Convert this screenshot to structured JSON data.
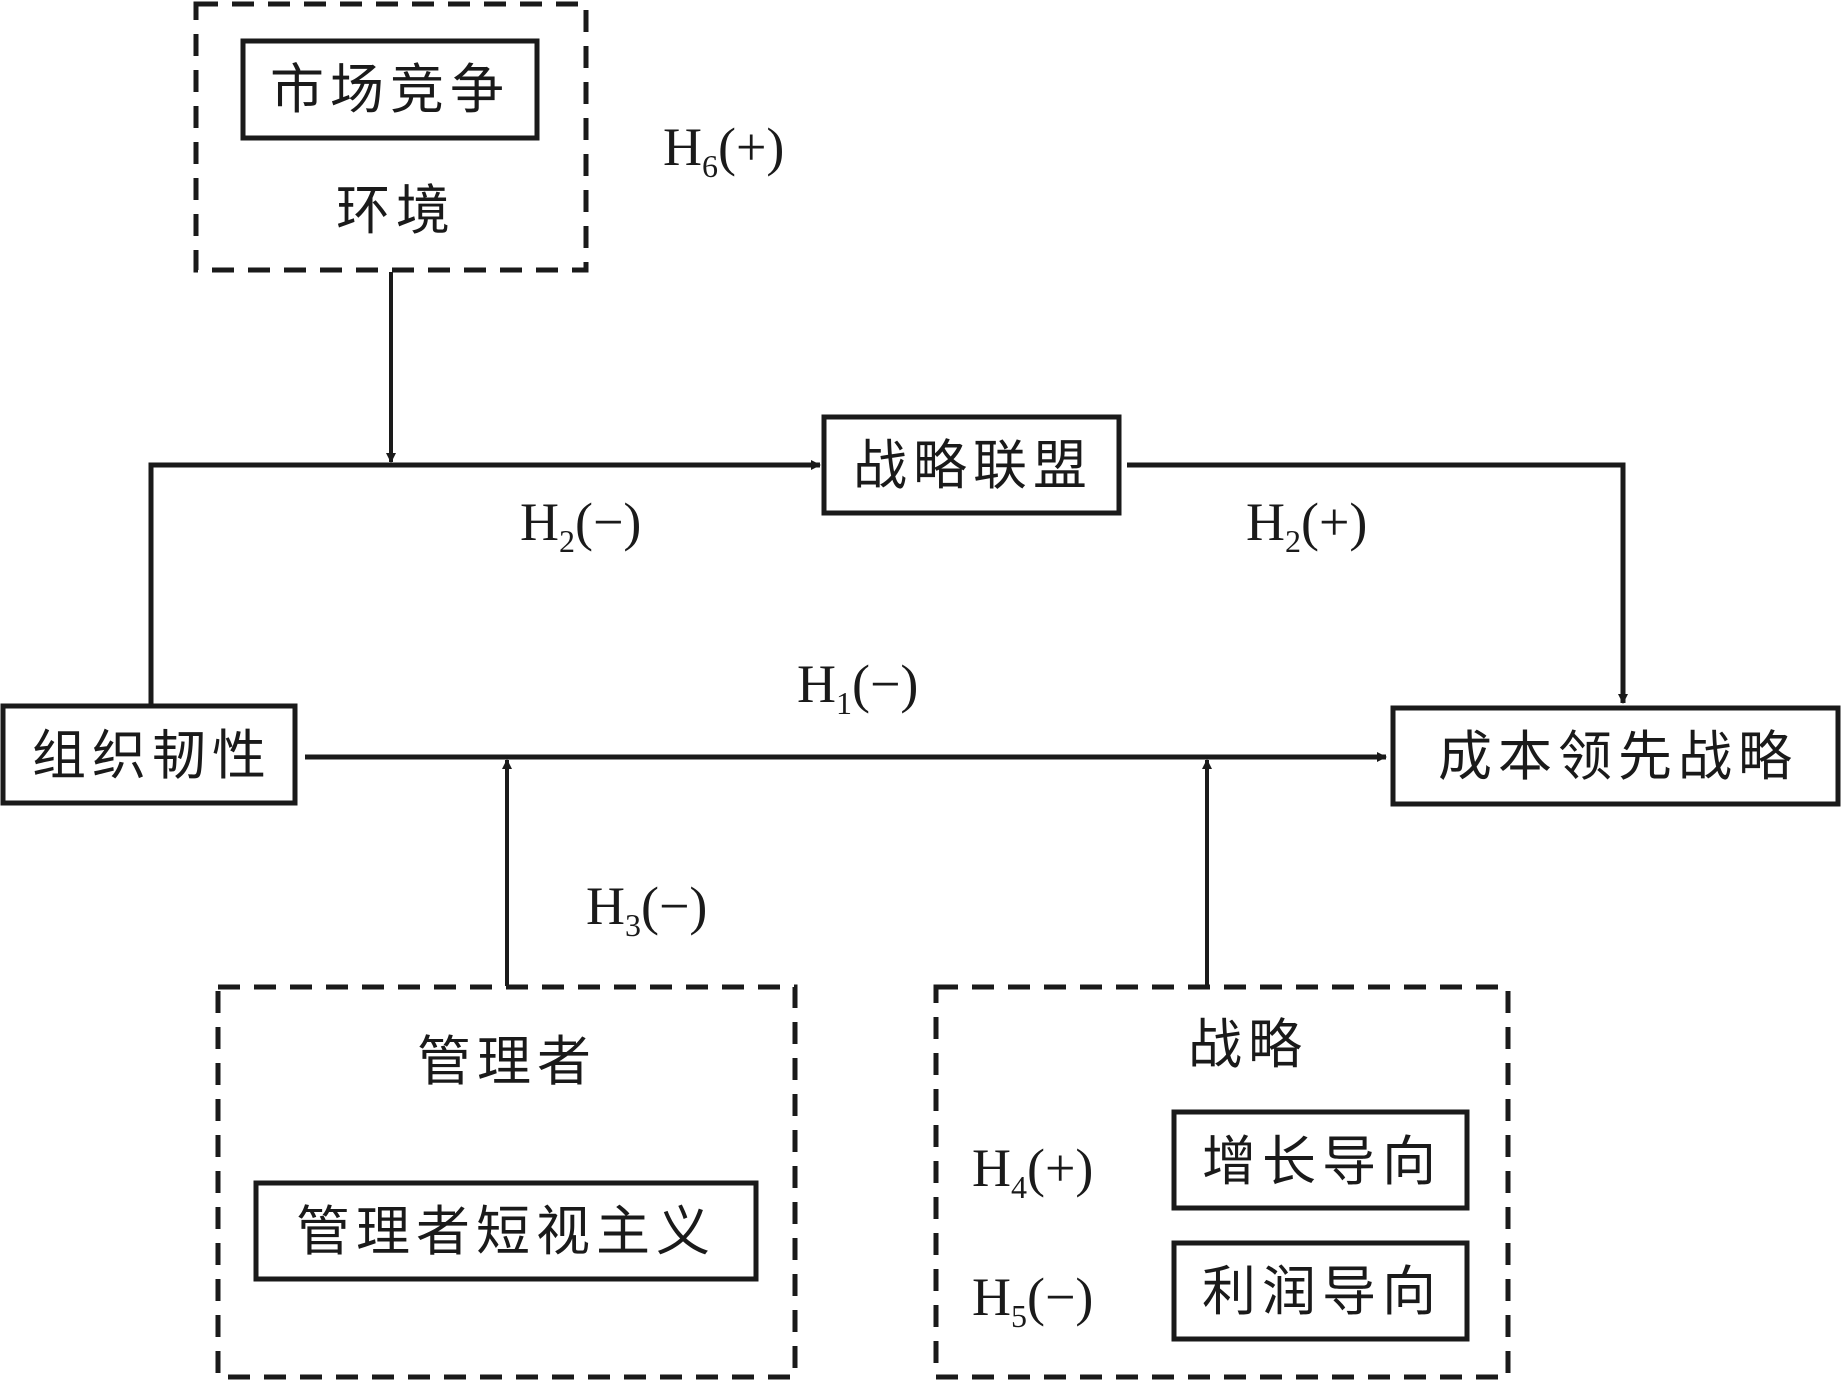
{
  "diagram": {
    "nodes": {
      "environment_group": "环境",
      "market_competition": "市场竞争",
      "strategic_alliance": "战略联盟",
      "organizational_resilience": "组织韧性",
      "cost_leadership": "成本领先战略",
      "manager_group": "管理者",
      "managerial_myopia": "管理者短视主义",
      "strategy_group": "战略",
      "growth_orientation": "增长导向",
      "profit_orientation": "利润导向"
    },
    "hypotheses": {
      "h6": {
        "base": "H",
        "sub": "6",
        "sign": "(+)"
      },
      "h2_neg": {
        "base": "H",
        "sub": "2",
        "sign": "(−)"
      },
      "h2_pos": {
        "base": "H",
        "sub": "2",
        "sign": "(+)"
      },
      "h1": {
        "base": "H",
        "sub": "1",
        "sign": "(−)"
      },
      "h3": {
        "base": "H",
        "sub": "3",
        "sign": "(−)"
      },
      "h4": {
        "base": "H",
        "sub": "4",
        "sign": "(+)"
      },
      "h5": {
        "base": "H",
        "sub": "5",
        "sign": "(−)"
      }
    },
    "edges": [
      {
        "from": "organizational_resilience",
        "to": "strategic_alliance",
        "label": "H2(−)"
      },
      {
        "from": "strategic_alliance",
        "to": "cost_leadership",
        "label": "H2(+)"
      },
      {
        "from": "organizational_resilience",
        "to": "cost_leadership",
        "label": "H1(−)"
      },
      {
        "from": "environment_group",
        "to": "edge:organizational_resilience->strategic_alliance",
        "label": "H6(+)"
      },
      {
        "from": "manager_group",
        "to": "edge:organizational_resilience->cost_leadership",
        "label": "H3(−)"
      },
      {
        "from": "strategy_group",
        "to": "edge:organizational_resilience->cost_leadership",
        "label": "H4(+) / H5(−)"
      }
    ]
  }
}
